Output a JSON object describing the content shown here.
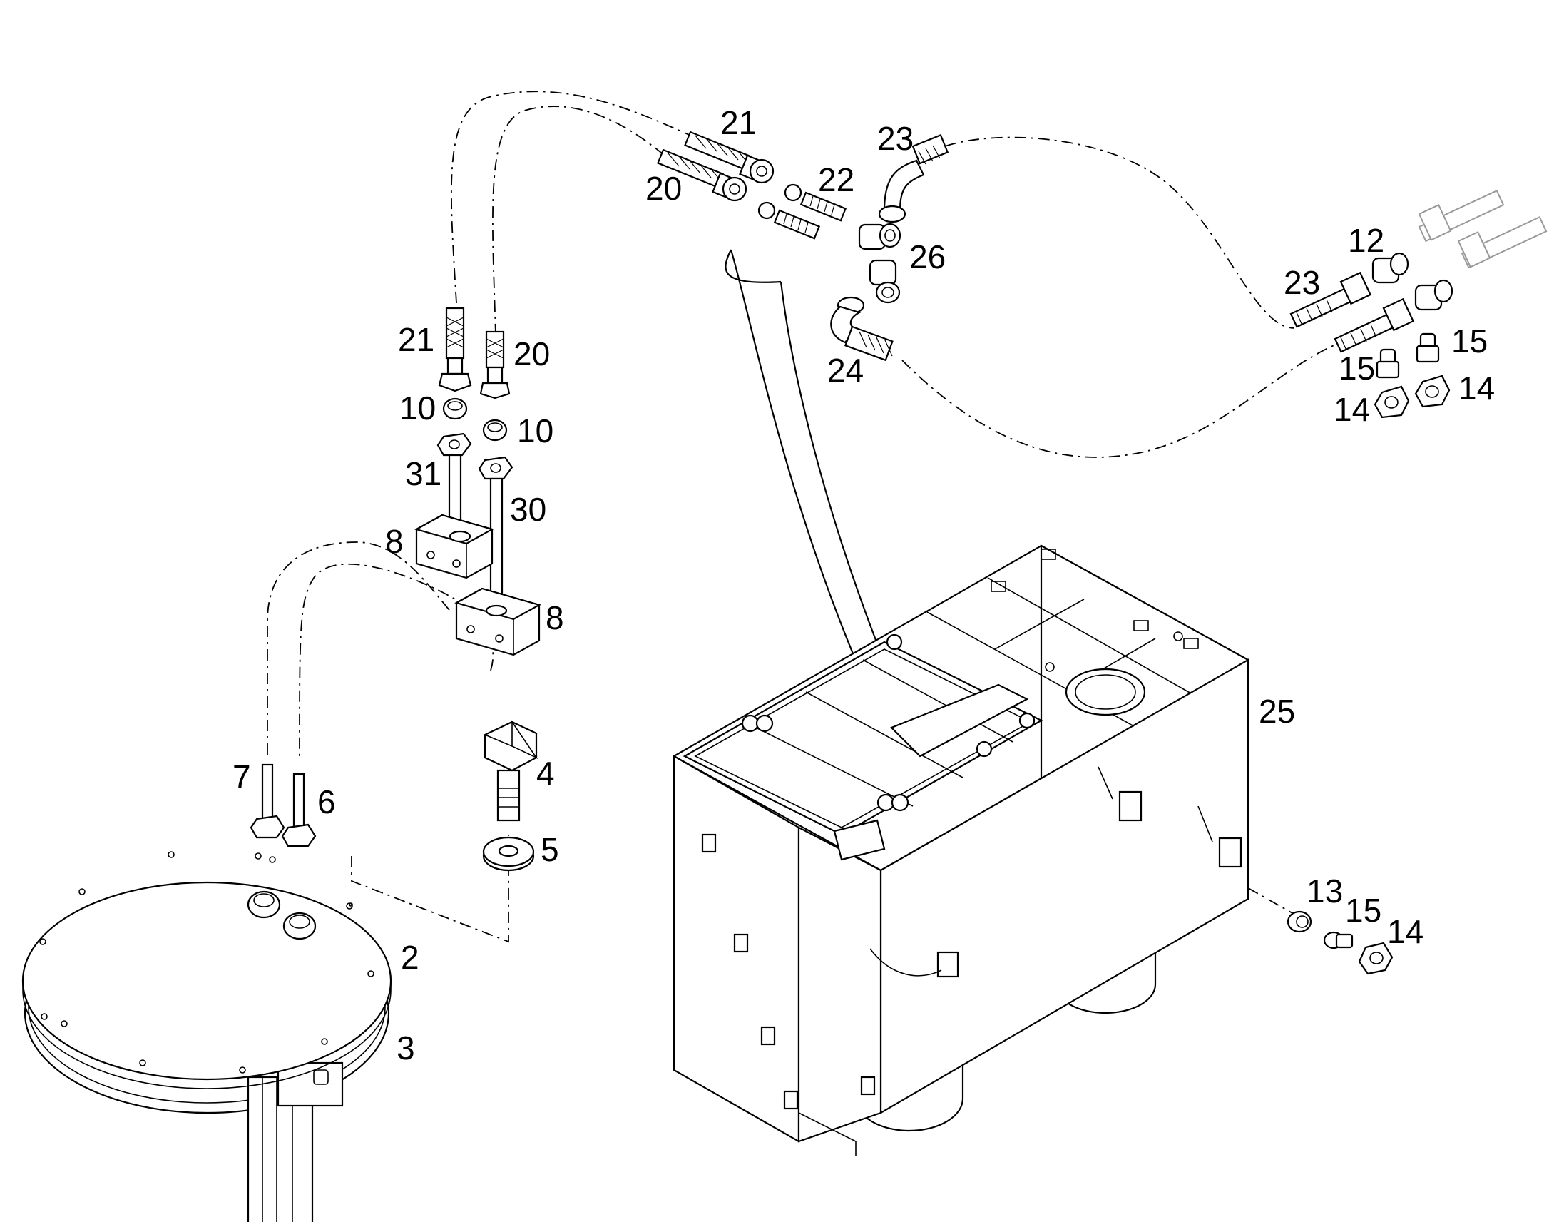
{
  "diagram": {
    "type": "exploded parts view",
    "callouts": {
      "c21_top": "21",
      "c20_top": "20",
      "c22": "22",
      "c23_top": "23",
      "c26": "26",
      "c24": "24",
      "c12": "12",
      "c23_right": "23",
      "c15_right": "15",
      "c15_left": "15",
      "c14_left": "14",
      "c14_right": "14",
      "c21_left": "21",
      "c20_left": "20",
      "c10_left": "10",
      "c10_right": "10",
      "c31": "31",
      "c30": "30",
      "c8_top": "8",
      "c8_bottom": "8",
      "c7": "7",
      "c6": "6",
      "c4": "4",
      "c5": "5",
      "c2": "2",
      "c3": "3",
      "c25": "25",
      "c13": "13",
      "c15_bottom": "15",
      "c14_bottom": "14"
    }
  }
}
